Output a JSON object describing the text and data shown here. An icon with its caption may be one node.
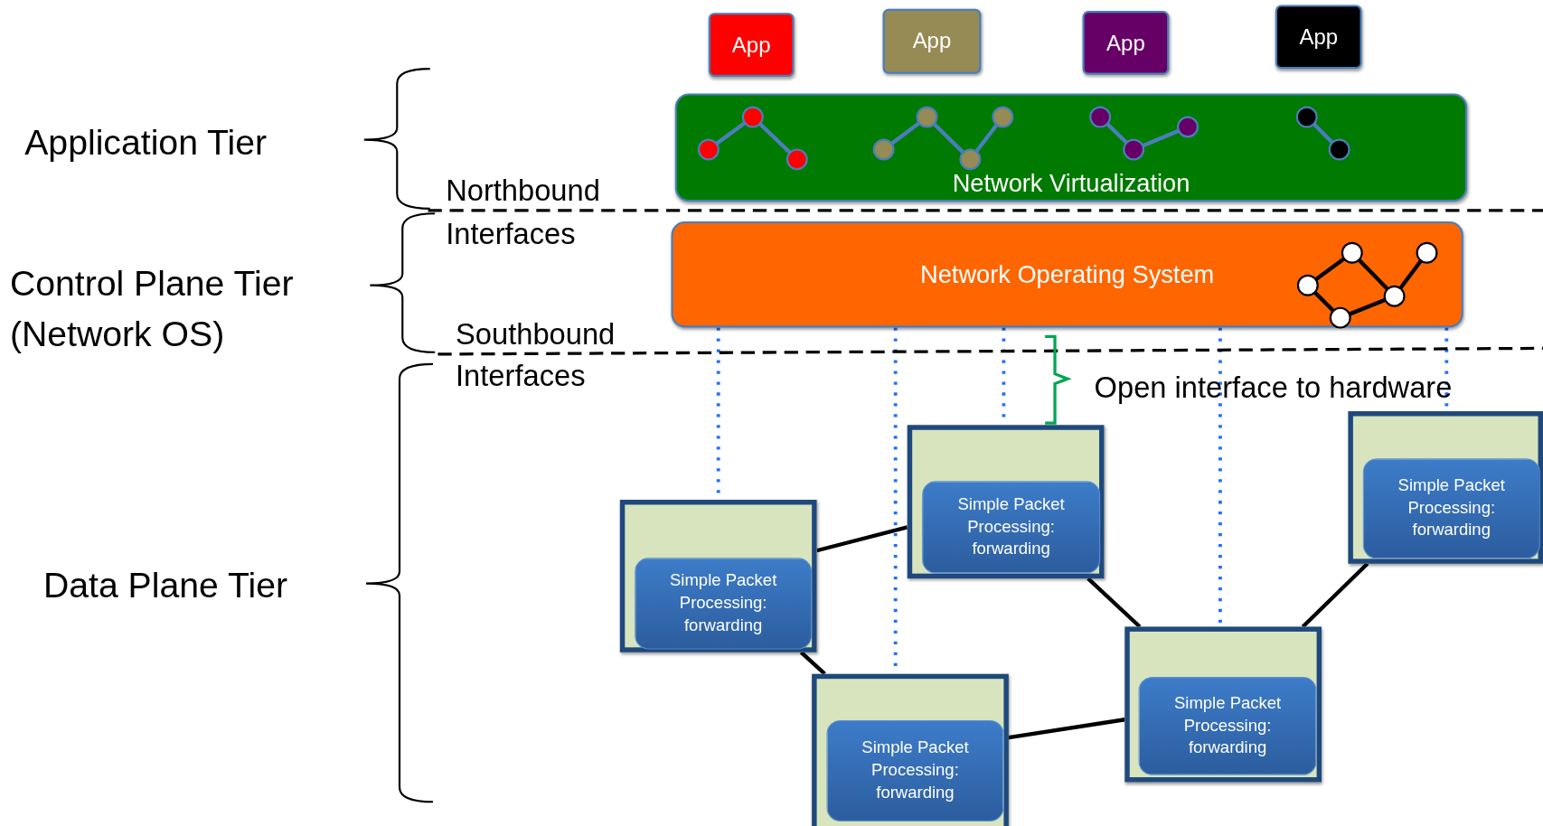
{
  "diagram": {
    "nodes": [
      {
        "text": [
          "App"
        ]
      },
      {
        "text": [
          "App"
        ]
      },
      {
        "text": [
          "App"
        ]
      },
      {
        "text": [
          "App"
        ]
      },
      {
        "text": [
          "Network Virtualization"
        ]
      },
      {
        "text": [
          "Network Operating System"
        ]
      },
      {
        "text": [],
        "shape": "box"
      },
      {
        "text": [
          "Simple Packet Processing: forwarding"
        ],
        "in": 6
      },
      {
        "text": [],
        "shape": "box"
      },
      {
        "text": [
          "Simple Packet Processing: forwarding"
        ],
        "in": 8
      },
      {
        "text": [],
        "shape": "box"
      },
      {
        "text": [
          "Simple Packet Processing: forwarding"
        ],
        "in": 10
      },
      {
        "text": [],
        "shape": "box"
      },
      {
        "text": [
          "Simple Packet Processing: forwarding"
        ],
        "in": 12
      },
      {
        "text": [],
        "shape": "box"
      },
      {
        "text": [
          "Simple Packet Processing: forwarding"
        ],
        "in": 14
      }
    ],
    "edges": [
      {
        "from": 5,
        "to": 6,
        "arrow": "none",
        "style": "dashed",
        "color": "#1f6fff"
      },
      {
        "from": 5,
        "to": 10,
        "arrow": "none",
        "style": "dashed",
        "color": "#1f6fff"
      },
      {
        "from": 5,
        "to": 8,
        "arrow": "none",
        "style": "dashed",
        "color": "#1f6fff"
      },
      {
        "from": 5,
        "to": 12,
        "arrow": "none",
        "style": "dashed",
        "color": "#1f6fff"
      },
      {
        "from": 5,
        "to": 14,
        "arrow": "none",
        "style": "dashed",
        "color": "#1f6fff"
      },
      {
        "from": 6,
        "to": 8,
        "arrow": "none",
        "color": "#000000"
      },
      {
        "from": 6,
        "to": 10,
        "arrow": "none",
        "color": "#000000"
      },
      {
        "from": 10,
        "to": 12,
        "arrow": "none",
        "color": "#000000"
      },
      {
        "from": 8,
        "to": 12,
        "arrow": "none",
        "color": "#000000"
      },
      {
        "from": 12,
        "to": 14,
        "arrow": "none",
        "color": "#000000"
      }
    ],
    "labels": [
      "Application Tier",
      "Northbound Interfaces",
      "Control Plane Tier (Network OS)",
      "Southbound Interfaces",
      "Open interface to hardware",
      "Data Plane Tier"
    ]
  }
}
